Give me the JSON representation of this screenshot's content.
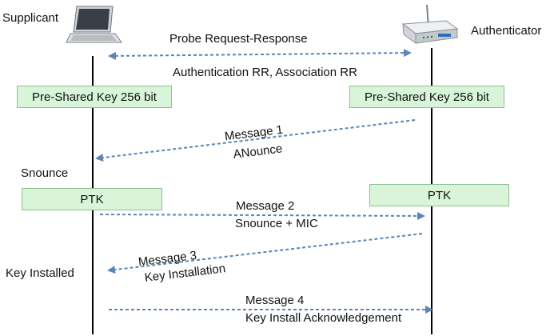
{
  "parties": {
    "supplicant": "Supplicant",
    "authenticator": "Authenticator"
  },
  "icons": {
    "supplicant": "laptop-icon",
    "authenticator": "wireless-router-icon"
  },
  "colors": {
    "arrow": "#5b84b8",
    "box_fill": "#d9f5d9",
    "box_border": "#8fbf8f",
    "lifeline": "#000000"
  },
  "exchanges": {
    "probe": "Probe Request-Response",
    "auth_assoc": "Authentication RR, Association RR"
  },
  "keys": {
    "psk_supplicant": "Pre-Shared Key 256 bit",
    "psk_authenticator": "Pre-Shared Key 256 bit",
    "ptk_supplicant": "PTK",
    "ptk_authenticator": "PTK"
  },
  "states": {
    "snounce": "Snounce",
    "key_installed": "Key Installed"
  },
  "messages": [
    {
      "title": "Message 1",
      "content": "ANounce",
      "direction": "authenticator-to-supplicant"
    },
    {
      "title": "Message 2",
      "content": "Snounce + MIC",
      "direction": "supplicant-to-authenticator"
    },
    {
      "title": "Message 3",
      "content": "Key Installation",
      "direction": "authenticator-to-supplicant"
    },
    {
      "title": "Message 4",
      "content": "Key Install Acknowledgement",
      "direction": "supplicant-to-authenticator"
    }
  ]
}
